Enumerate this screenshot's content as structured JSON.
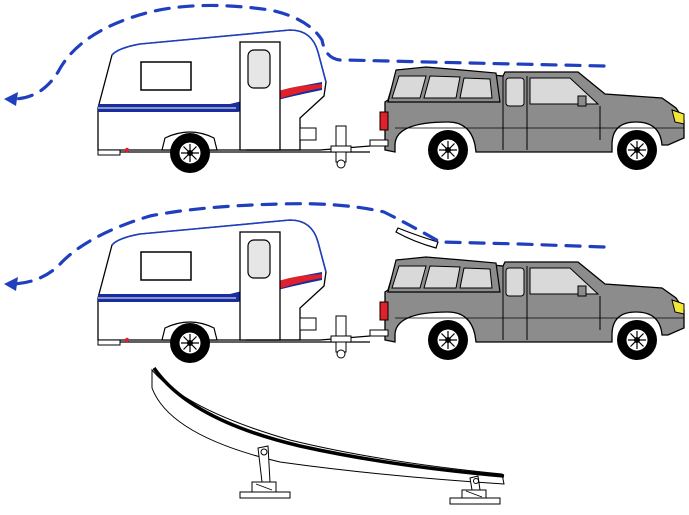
{
  "colors": {
    "airflow": "#1f3fbf",
    "truck_body": "#8c8c8c",
    "truck_window": "#d9d9d9",
    "trailer_body": "#ffffff",
    "trailer_roof_line": "#1f3fbf",
    "stripe_blue": "#1a2d9c",
    "stripe_red": "#e0202a",
    "outline": "#000000",
    "headlight": "#f2e63a",
    "deflector": "#ffffff"
  },
  "scenes": [
    {
      "id": "without-deflector",
      "has_deflector": false,
      "airflow": "turbulent"
    },
    {
      "id": "with-deflector",
      "has_deflector": true,
      "airflow": "smooth"
    }
  ],
  "icons": [
    "airflow-arrow-icon",
    "wheel-icon",
    "trailer-door-icon",
    "wind-deflector-icon"
  ]
}
